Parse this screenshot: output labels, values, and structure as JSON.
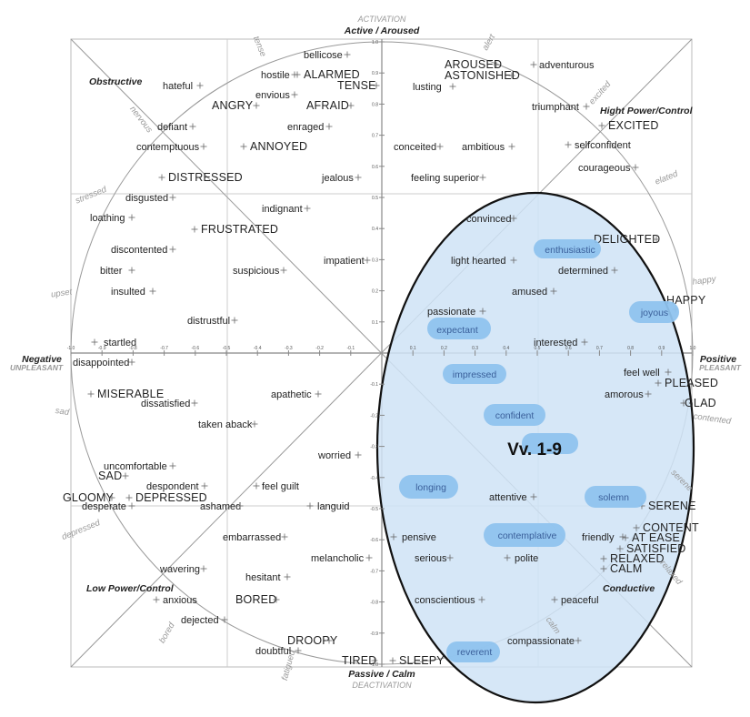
{
  "axes": {
    "top_caption": "ACTIVATION",
    "top_label": "Active / Aroused",
    "bottom_label": "Passive / Calm",
    "bottom_caption": "DEACTIVATION",
    "left_label": "Negative",
    "left_caption": "UNPLEASANT",
    "right_label": "Positive",
    "right_caption": "PLEASANT",
    "x_ticks": [
      "-1.0",
      "-0.9",
      "-0.8",
      "-0.7",
      "-0.6",
      "-0.5",
      "-0.4",
      "-0.3",
      "-0.2",
      "-0.1",
      "0.1",
      "0.2",
      "0.3",
      "0.4",
      "0.5",
      "0.6",
      "0.7",
      "0.8",
      "0.9",
      "1.0"
    ],
    "y_ticks": [
      "1.0",
      "0.9",
      "0.8",
      "0.7",
      "0.6",
      "0.5",
      "0.4",
      "0.3",
      "0.2",
      "0.1",
      "-0.1",
      "-0.2",
      "-0.3",
      "-0.4",
      "-0.5",
      "-0.6",
      "-0.7",
      "-0.8",
      "-0.9",
      "-1.0"
    ]
  },
  "quadrants": {
    "top_left": "Obstructive",
    "top_right": "Hight Power/Control",
    "bottom_left": "Low Power/Control",
    "bottom_right": "Conductive"
  },
  "circle_labels": [
    "tense",
    "alert",
    "nervous",
    "excited",
    "stressed",
    "elated",
    "upset",
    "happy",
    "sad",
    "contented",
    "depressed",
    "serene",
    "bored",
    "relaxed",
    "fatigued",
    "calm"
  ],
  "words_small": [
    "bellicose",
    "hateful",
    "hostile",
    "envious",
    "defiant",
    "enraged",
    "contemptuous",
    "jealous",
    "disgusted",
    "indignant",
    "loathing",
    "discontented",
    "suspicious",
    "impatient",
    "bitter",
    "insulted",
    "distrustful",
    "startled",
    "disappointed",
    "apathetic",
    "dissatisfied",
    "taken aback",
    "worried",
    "uncomfortable",
    "despondent",
    "feel guilt",
    "desperate",
    "ashamed",
    "languid",
    "embarrassed",
    "melancholic",
    "wavering",
    "hesitant",
    "anxious",
    "dejected",
    "doubtful",
    "lusting",
    "adventurous",
    "triumphant",
    "conceited",
    "ambitious",
    "selfconfident",
    "courageous",
    "feeling superior",
    "convinced",
    "light hearted",
    "determined",
    "amused",
    "passionate",
    "interested",
    "feel well",
    "amorous",
    "attentive",
    "pensive",
    "serious",
    "polite",
    "friendly",
    "conscientious",
    "peaceful",
    "compassionate"
  ],
  "words_big": [
    "ALARMED",
    "TENSE",
    "ANGRY",
    "AFRAID",
    "ANNOYED",
    "DISTRESSED",
    "FRUSTRATED",
    "MISERABLE",
    "SAD",
    "GLOOMY",
    "DEPRESSED",
    "BORED",
    "DROOPY",
    "TIRED",
    "SLEEPY",
    "AROUSED",
    "ASTONISHED",
    "EXCITED",
    "DELIGHTED",
    "HAPPY",
    "PLEASED",
    "GLAD",
    "SERENE",
    "CONTENT",
    "AT EASE",
    "SATISFIED",
    "RELAXED",
    "CALM"
  ],
  "highlights": [
    "enthusiastic",
    "joyous",
    "expectant",
    "impressed",
    "confident",
    "longing",
    "solemn",
    "contemplative",
    "reverent"
  ],
  "annotation": "Vv. 1-9"
}
